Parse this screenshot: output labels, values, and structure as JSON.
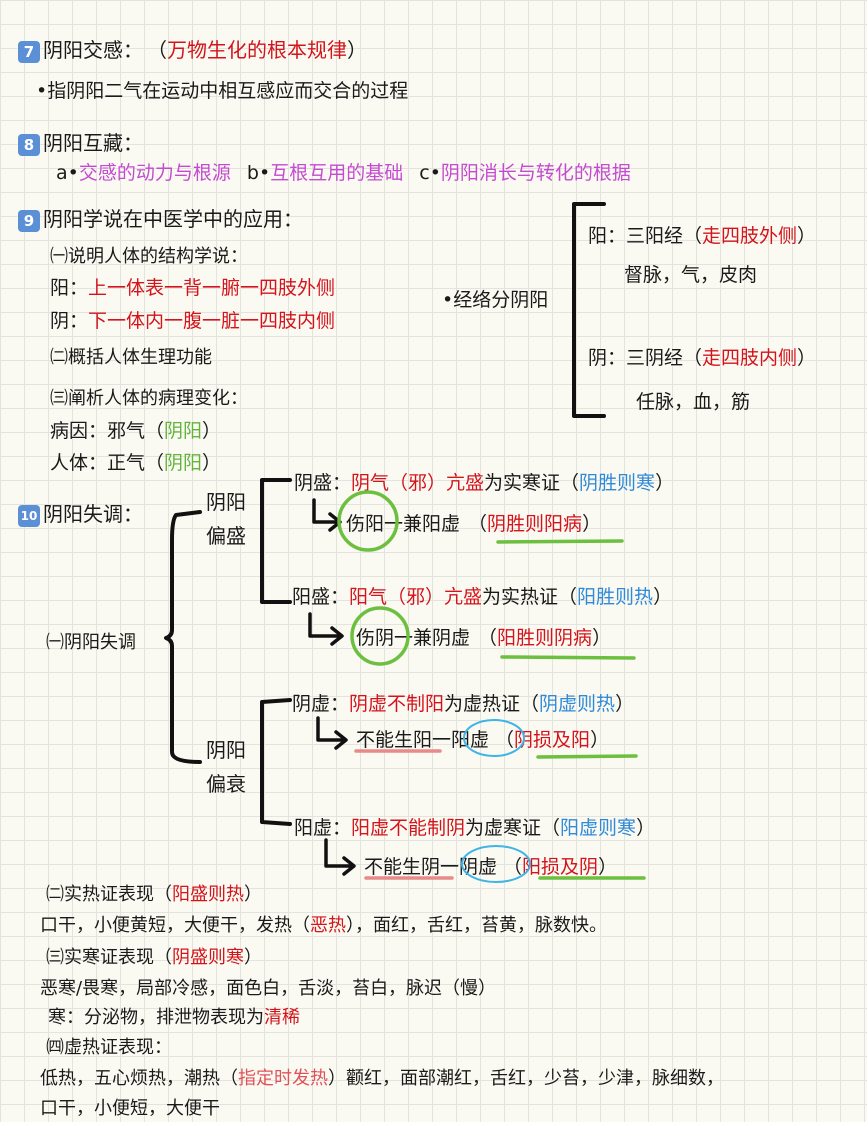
{
  "s7": {
    "num": "7",
    "title": "阴阳交感：",
    "paren_open": "（",
    "title_red": "万物生化的根本规律",
    "paren_close": "）",
    "def": "•指阴阳二气在运动中相互感应而交合的过程"
  },
  "s8": {
    "num": "8",
    "title": "阴阳互藏：",
    "a_prefix": "a•",
    "a_text": "交感的动力与根源",
    "b_prefix": "b•",
    "b_text": "互根互用的基础",
    "c_prefix": "c•",
    "c_text": "阴阳消长与转化的根据"
  },
  "s9": {
    "num": "9",
    "title": "阴阳学说在中医学中的应用：",
    "item1": "㈠说明人体的结构学说：",
    "yang_label": "阳：",
    "yang_text": "上一体表一背一腑一四肢外侧",
    "yin_label": "阴：",
    "yin_text": "下一体内一腹一脏一四肢内侧",
    "item2": "㈡概括人体生理功能",
    "item3": "㈢阐析人体的病理变化：",
    "bingyin_label": "病因：邪气（",
    "bingyin_val": "阴阳",
    "bingyin_close": "）",
    "renti_label": "人体：正气（",
    "renti_val": "阴阳",
    "renti_close": "）",
    "jingluo": "•经络分阴阳",
    "yang_jing_a": "阳：三阳经（",
    "yang_jing_red": "走四肢外侧",
    "yang_jing_b": "）",
    "yang_jing_sub": "督脉，气，皮肉",
    "yin_jing_a": "阴：三阴经（",
    "yin_jing_red": "走四肢内侧",
    "yin_jing_b": "）",
    "yin_jing_sub": "任脉，血，筋"
  },
  "s10": {
    "num": "10",
    "title": "阴阳失调：",
    "item1": "㈠阴阳失调",
    "pian_1": "阴阳",
    "pian_2": "偏盛",
    "shuai_1": "阴阳",
    "shuai_2": "偏衰",
    "yinsheng_label": "阴盛：",
    "yinsheng_red": "阴气（邪）亢盛",
    "yinsheng_text": "为实寒证（",
    "yinsheng_blue": "阴胜则寒",
    "yinsheng_close": "）",
    "yinsheng_sub_a": "伤阳",
    "yinsheng_sub_b": "一兼阳虚",
    "yinsheng_sub_c": "（",
    "yinsheng_sub_red": "阴胜则阳病",
    "yinsheng_sub_d": "）",
    "yangsheng_label": "阳盛：",
    "yangsheng_red": "阳气（邪）亢盛",
    "yangsheng_text": "为实热证（",
    "yangsheng_blue": "阳胜则热",
    "yangsheng_close": "）",
    "yangsheng_sub_a": "伤阴",
    "yangsheng_sub_b": "一兼阴虚",
    "yangsheng_sub_c": "（",
    "yangsheng_sub_red": "阳胜则阴病",
    "yangsheng_sub_d": "）",
    "yinxu_label": "阴虚：",
    "yinxu_red": "阴虚不制阳",
    "yinxu_text": "为虚热证（",
    "yinxu_blue": "阴虚则热",
    "yinxu_close": "）",
    "yinxu_sub_a": "不能生阳",
    "yinxu_sub_b": "一阳虚",
    "yinxu_sub_c": "（",
    "yinxu_sub_red": "阴损及阳",
    "yinxu_sub_d": "）",
    "yangxu_label": "阳虚：",
    "yangxu_red": "阳虚不能制阴",
    "yangxu_text": "为虚寒证（",
    "yangxu_blue": "阳虚则寒",
    "yangxu_close": "）",
    "yangxu_sub_a": "不能生阴",
    "yangxu_sub_b": "一阴虚",
    "yangxu_sub_c": "（",
    "yangxu_sub_red": "阳损及阴",
    "yangxu_sub_d": "）"
  },
  "shire": {
    "title_a": "㈡实热证表现（",
    "title_red": "阳盛则热",
    "title_b": "）",
    "line_a": "口干，小便黄短，大便干，发热（",
    "line_red": "恶热",
    "line_b": "），面红，舌红，苔黄，脉数快。"
  },
  "shihan": {
    "title_a": "㈢实寒证表现（",
    "title_red": "阴盛则寒",
    "title_b": "）",
    "line1": "恶寒/畏寒，局部冷感，面色白，舌淡，苔白，脉迟（慢）",
    "line2_a": "寒：分泌物，排泄物表现为",
    "line2_red": "清稀"
  },
  "xure": {
    "title": "㈣虚热证表现：",
    "line1_a": "低热，五心烦热，潮热（",
    "line1_red": "指定时发热",
    "line1_b": "）颧红，面部潮红，舌红，少苔，少津，脉细数，",
    "line2": "口干，小便短，大便干"
  },
  "colors": {
    "red": "#d4141c",
    "purple": "#c44bd1",
    "green": "#63b33d",
    "blue": "#2f8ad8",
    "badge": "#5b8fd6",
    "circle_blue": "#3fb4e6",
    "underline_pink": "#e88a8a"
  }
}
